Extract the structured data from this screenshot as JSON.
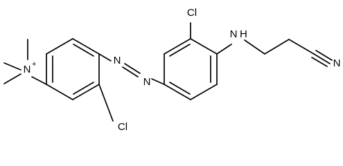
{
  "molecule": {
    "atoms": {
      "cl_top": "Cl",
      "nh": "N",
      "h": "H",
      "n_nitrile": "N",
      "n_azo_a": "N",
      "n_azo_b": "N",
      "n_plus": "N",
      "plus": "+",
      "cl_bottom": "Cl"
    }
  }
}
